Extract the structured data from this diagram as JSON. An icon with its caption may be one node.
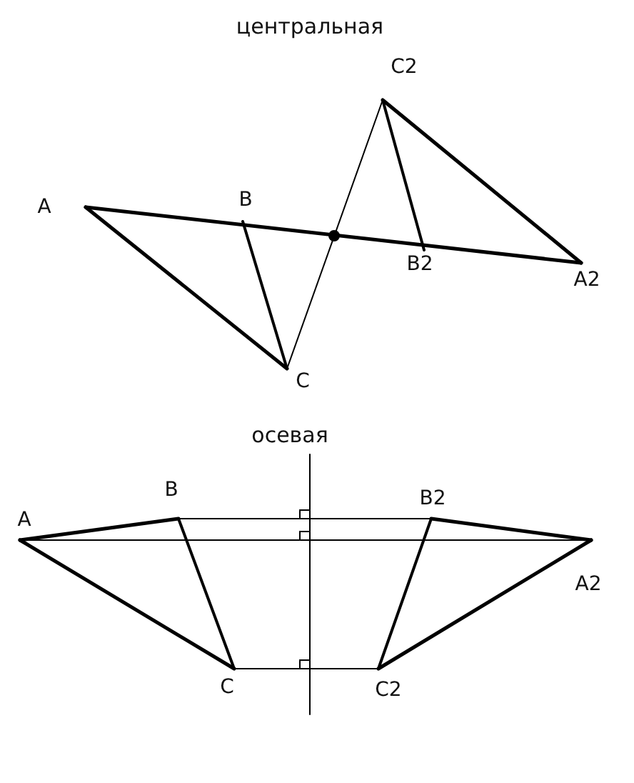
{
  "diagram": {
    "labels": [
      "центральная",
      "C2",
      "A",
      "B",
      "B2",
      "A2",
      "C",
      "осевая",
      "B",
      "B2",
      "A",
      "A2",
      "C",
      "C2"
    ]
  }
}
